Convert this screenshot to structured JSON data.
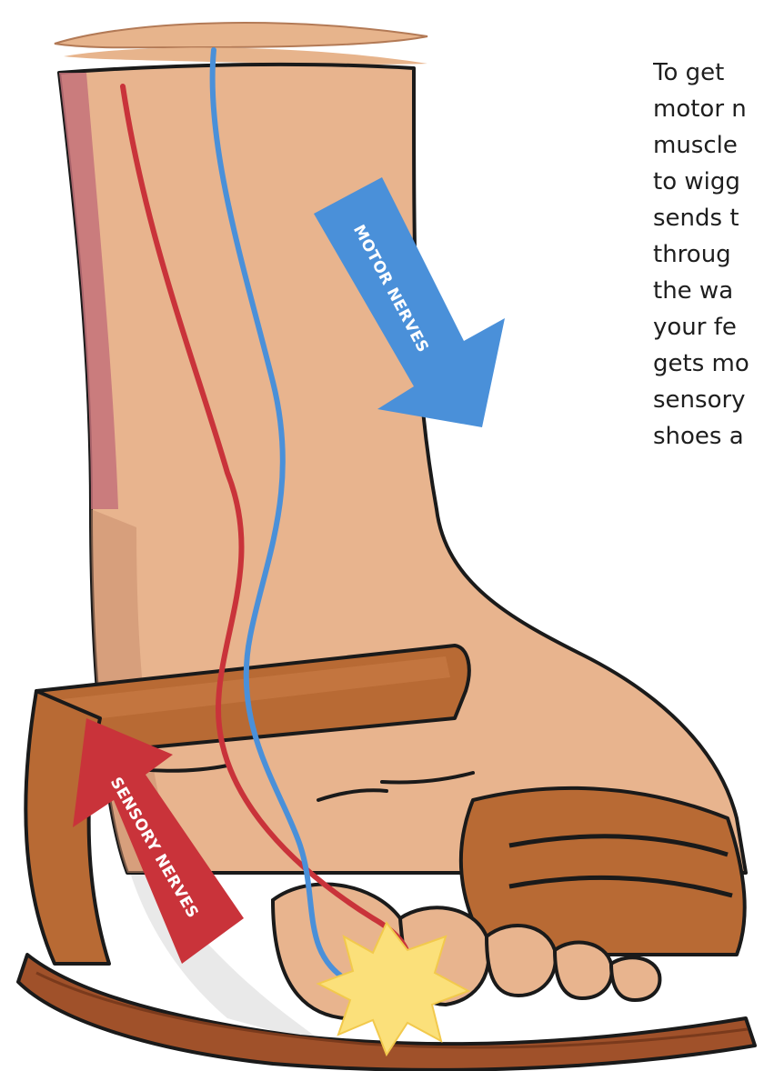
{
  "paragraph": {
    "lines": [
      "To get",
      "motor n",
      "muscle",
      "to wigg",
      "sends t",
      "throug",
      "the wa",
      "your fe",
      "gets mo",
      "sensory",
      "shoes a"
    ]
  },
  "labels": {
    "motor": "MOTOR NERVES",
    "sensory": "SENSORY NERVES"
  },
  "colors": {
    "skin": "#e8b48e",
    "skin_shade": "#c98e6e",
    "sandal": "#b86a34",
    "sole": "#a0512a",
    "motor_nerve": "#4a90d9",
    "sensory_nerve": "#c9333a",
    "pain_burst": "#fbe07a"
  }
}
